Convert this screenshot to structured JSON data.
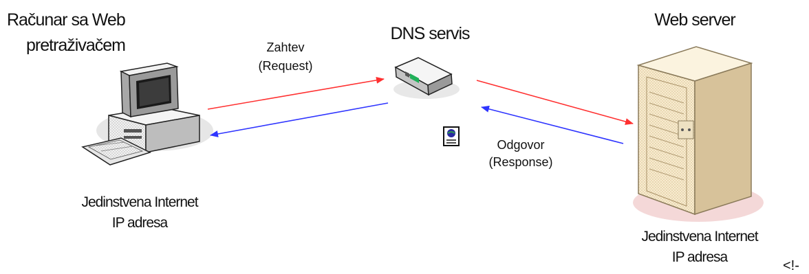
{
  "client": {
    "title_line1": "Računar sa Web",
    "title_line2": "pretraživačem",
    "ip_line1": "Jedinstvena Internet",
    "ip_line2": "IP adresa"
  },
  "dns": {
    "title": "DNS servis"
  },
  "server": {
    "title": "Web server",
    "ip_line1": "Jedinstvena Internet",
    "ip_line2": "IP adresa"
  },
  "request": {
    "line1": "Zahtev",
    "line2": "(Request)"
  },
  "response": {
    "line1": "Odgovor",
    "line2": "(Response)"
  },
  "trailing_fragment": "<!-",
  "colors": {
    "request_arrow": "#ff3030",
    "response_arrow": "#2f35ff"
  },
  "icons": {
    "client": "computer-icon",
    "dns": "router-icon",
    "server": "server-tower-icon",
    "document": "document-globe-icon"
  }
}
